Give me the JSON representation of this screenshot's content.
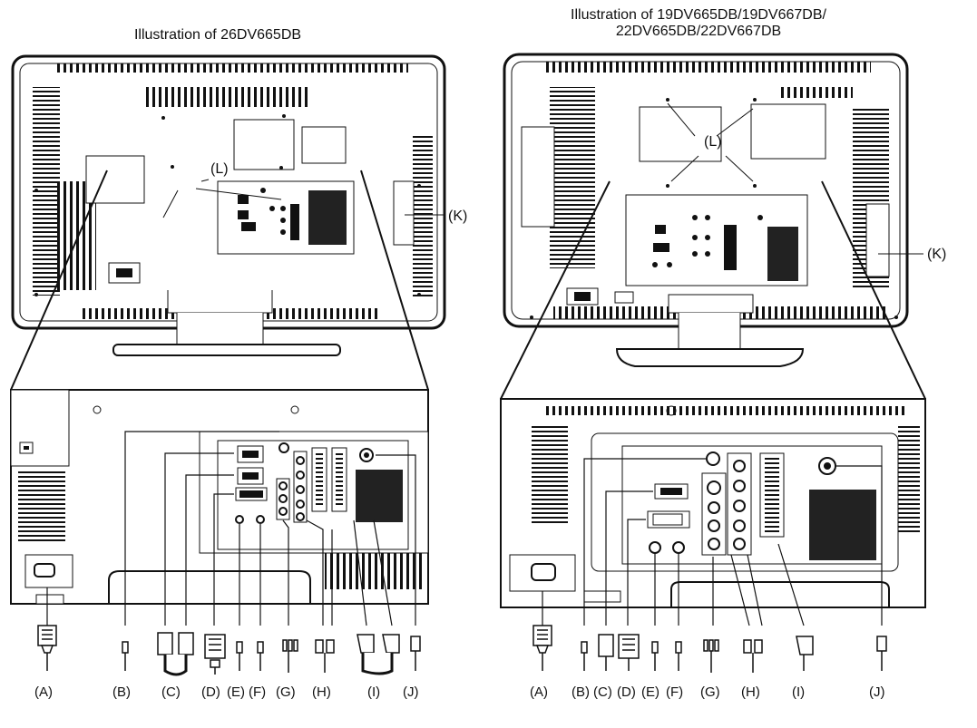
{
  "titles": {
    "left": "Illustration of 26DV665DB",
    "right_line1": "Illustration of 19DV665DB/19DV667DB/",
    "right_line2": "22DV665DB/22DV667DB"
  },
  "callouts": {
    "L": "(L)",
    "K": "(K)"
  },
  "connector_labels": {
    "left": [
      "(A)",
      "(B)",
      "(C)",
      "(D)",
      "(E)",
      "(F)",
      "(G)",
      "(H)",
      "(I)",
      "(J)"
    ],
    "right": [
      "(A)",
      "(B)",
      "(C)",
      "(D)",
      "(E)",
      "(F)",
      "(G)",
      "(H)",
      "(I)",
      "(J)"
    ]
  }
}
